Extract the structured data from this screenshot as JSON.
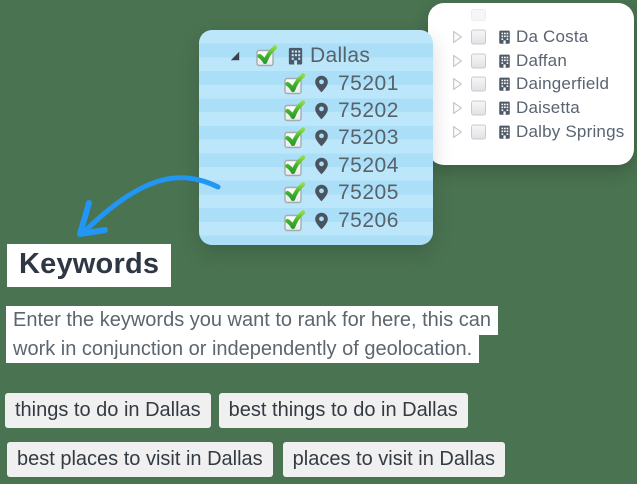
{
  "colors": {
    "background": "#4a7351",
    "panel_blue_light": "#bce7fb",
    "panel_blue_dark": "#abdef7",
    "arrow_blue": "#2196f3",
    "icon_slate": "#4d5966",
    "check_green": "#3da52f",
    "tree_text": "#57626b",
    "card_text": "#5a6472",
    "heading_text": "#2e3744",
    "body_text": "#5c666e",
    "tag_bg": "#f0f0f1"
  },
  "geo_panel": {
    "parent": {
      "label": "Dallas",
      "checked": true,
      "expanded": true,
      "icon": "building-icon"
    },
    "zips": [
      "75201",
      "75202",
      "75203",
      "75204",
      "75205",
      "75206"
    ],
    "zip_icon": "map-pin-icon",
    "zip_checked": true
  },
  "city_card": {
    "items": [
      "Da Costa",
      "Daffan",
      "Daingerfield",
      "Daisetta",
      "Dalby Springs"
    ],
    "item_icon": "building-icon",
    "items_checked": false,
    "items_collapsed": true
  },
  "keywords": {
    "title": "Keywords",
    "description_line1": "Enter the keywords you want to rank for here, this can",
    "description_line2": "work in conjunction or independently of geolocation.",
    "tags": [
      "things to do in Dallas",
      "best things to do in Dallas",
      "best places to visit in Dallas",
      "places to visit in Dallas"
    ]
  }
}
